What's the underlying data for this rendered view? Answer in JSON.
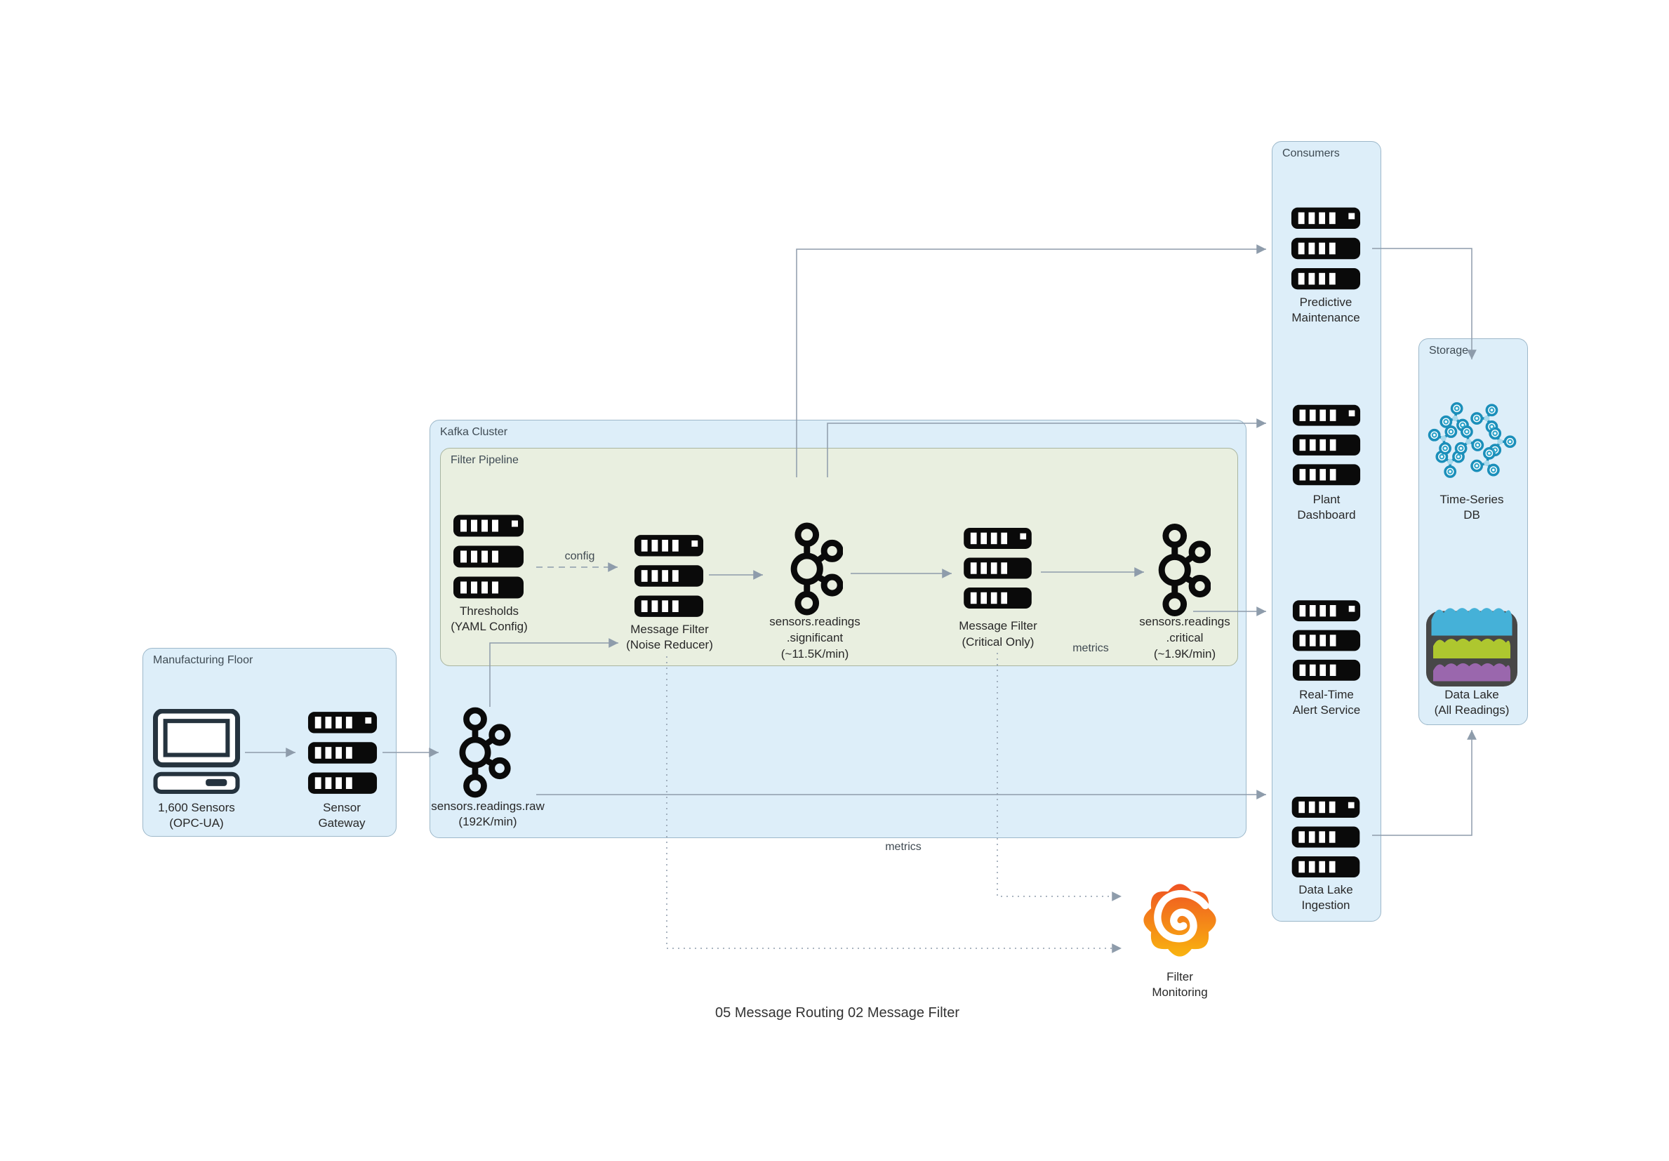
{
  "title": "05 Message Routing 02 Message Filter",
  "groups": {
    "manufacturing": {
      "label": "Manufacturing Floor"
    },
    "kafka": {
      "label": "Kafka Cluster"
    },
    "pipeline": {
      "label": "Filter Pipeline"
    },
    "consumers": {
      "label": "Consumers"
    },
    "storage": {
      "label": "Storage"
    }
  },
  "nodes": {
    "sensors": {
      "lines": [
        "1,600 Sensors",
        "(OPC-UA)"
      ]
    },
    "gateway": {
      "lines": [
        "Sensor",
        "Gateway"
      ]
    },
    "thresholds": {
      "lines": [
        "Thresholds",
        "(YAML Config)"
      ]
    },
    "noise_filter": {
      "lines": [
        "Message Filter",
        "(Noise Reducer)"
      ]
    },
    "significant": {
      "lines": [
        "sensors.readings",
        ".significant",
        "(~11.5K/min)"
      ]
    },
    "critical_filter": {
      "lines": [
        "Message Filter",
        "(Critical Only)"
      ]
    },
    "critical": {
      "lines": [
        "sensors.readings",
        ".critical",
        "(~1.9K/min)"
      ]
    },
    "raw": {
      "lines": [
        "sensors.readings.raw",
        "(192K/min)"
      ]
    },
    "predictive": {
      "lines": [
        "Predictive",
        "Maintenance"
      ]
    },
    "plant": {
      "lines": [
        "Plant",
        "Dashboard"
      ]
    },
    "alert": {
      "lines": [
        "Real-Time",
        "Alert Service"
      ]
    },
    "ingestion": {
      "lines": [
        "Data Lake",
        "Ingestion"
      ]
    },
    "tsdb": {
      "lines": [
        "Time-Series",
        "DB"
      ]
    },
    "datalake": {
      "lines": [
        "Data Lake",
        "(All Readings)"
      ]
    },
    "grafana": {
      "lines": [
        "Filter",
        "Monitoring"
      ]
    }
  },
  "edges": {
    "config": {
      "label": "config"
    },
    "metrics_critical": {
      "label": "metrics"
    },
    "metrics_noise": {
      "label": "metrics"
    }
  },
  "colors": {
    "group_fill_blue": "#ddeef9",
    "group_border_blue": "#9db8ca",
    "pipeline_fill_green": "#e9efe0",
    "pipeline_border_green": "#a9b5a0",
    "edge_gray": "#8e9cab",
    "icon_black": "#0a0a0a",
    "computer_dark": "#25333e",
    "tsdb_blue": "#1b8fba",
    "datalake_gray": "#474747",
    "datalake_blue": "#45b1d8",
    "datalake_green": "#aec72f",
    "datalake_purple": "#9a67ad",
    "grafana_orange": "#f05a28",
    "grafana_yellow": "#f9b40f",
    "text": "#282828"
  }
}
